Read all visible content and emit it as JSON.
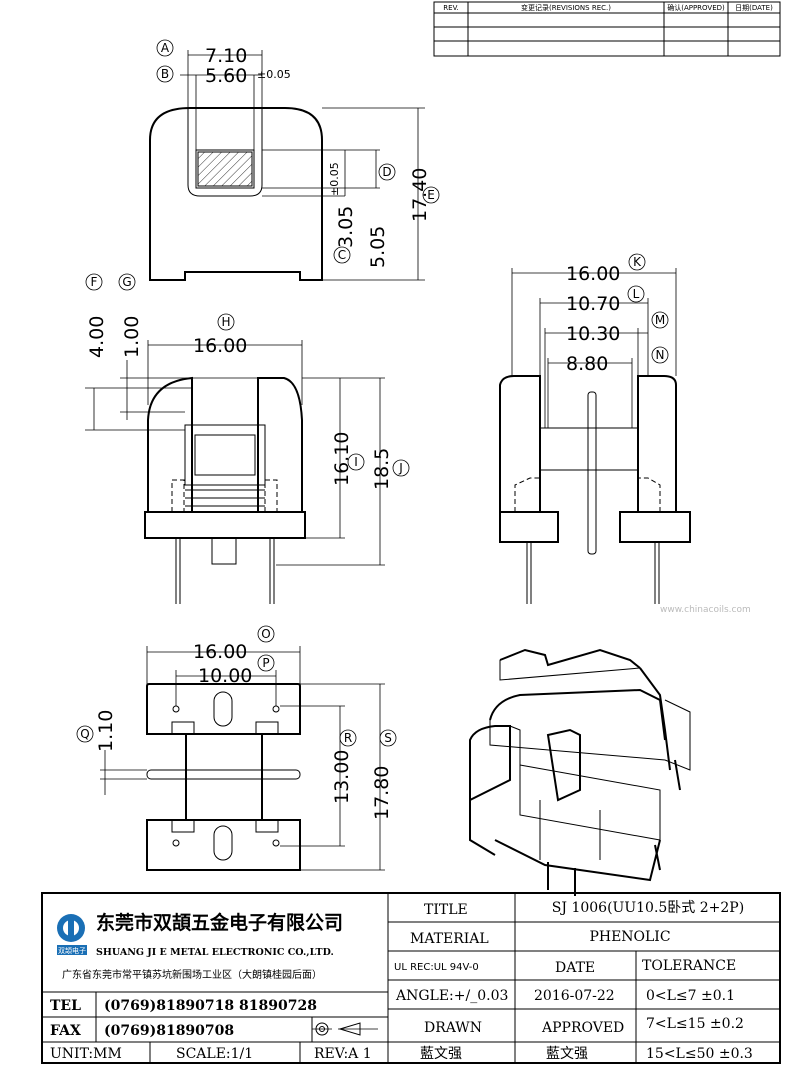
{
  "revision_table": {
    "col_rev": "REV.",
    "col_record": "变更记录(REVISIONS REC.)",
    "col_approved": "确认(APPROVED)",
    "col_date": "日期(DATE)"
  },
  "top_view": {
    "A": {
      "letter": "A",
      "value": "7.10"
    },
    "B": {
      "letter": "B",
      "value": "5.60",
      "tol": "±0.05"
    },
    "C": {
      "letter": "C",
      "value": "3.05",
      "tol": "±0.05"
    },
    "D": {
      "letter": "D",
      "value": "5.05"
    },
    "E": {
      "letter": "E",
      "value": "17.40"
    }
  },
  "front_view": {
    "F": {
      "letter": "F",
      "value": "4.00"
    },
    "G": {
      "letter": "G",
      "value": "1.00"
    },
    "H": {
      "letter": "H",
      "value": "16.00"
    },
    "I": {
      "letter": "I",
      "value": "16.10"
    },
    "J": {
      "letter": "J",
      "value": "18.5"
    }
  },
  "side_view": {
    "K": {
      "letter": "K",
      "value": "16.00"
    },
    "L": {
      "letter": "L",
      "value": "10.70"
    },
    "M": {
      "letter": "M",
      "value": "10.30"
    },
    "N": {
      "letter": "N",
      "value": "8.80"
    }
  },
  "bottom_view": {
    "O": {
      "letter": "O",
      "value": "16.00"
    },
    "P": {
      "letter": "P",
      "value": "10.00"
    },
    "Q": {
      "letter": "Q",
      "value": "1.10"
    },
    "R": {
      "letter": "R",
      "value": "13.00"
    },
    "S": {
      "letter": "S",
      "value": "17.80"
    }
  },
  "watermark": "www.chinacoils.com",
  "title_block": {
    "company_cn": "东莞市双頡五金电子有限公司",
    "company_en": "SHUANG JI E METAL ELECTRONIC CO.,LTD.",
    "address": "广东省东莞市常平镇苏坑新围场工业区（大朗镇桂园后面）",
    "logo_text": "双頡电子",
    "tel_label": "TEL",
    "tel_value": "(0769)81890718  81890728",
    "fax_label": "FAX",
    "fax_value": "(0769)81890708",
    "unit": "UNIT:MM",
    "scale": "SCALE:1/1",
    "rev": "REV:A  1",
    "title_label": "TITLE",
    "title_value": "SJ 1006(UU10.5卧式 2+2P)",
    "material_label": "MATERIAL",
    "material_value": "PHENOLIC",
    "ul_rec": "UL REC:UL 94V-0",
    "date_label": "DATE",
    "tolerance_label": "TOLERANCE",
    "angle": "ANGLE:+/_0.03",
    "date_value": "2016-07-22",
    "tol1": "0<L≤7   ±0.1",
    "drawn_label": "DRAWN",
    "approved_label": "APPROVED",
    "tol2": "7<L≤15  ±0.2",
    "drawn_value": "藍文强",
    "approved_value": "藍文强",
    "tol3": "15<L≤50  ±0.3"
  }
}
